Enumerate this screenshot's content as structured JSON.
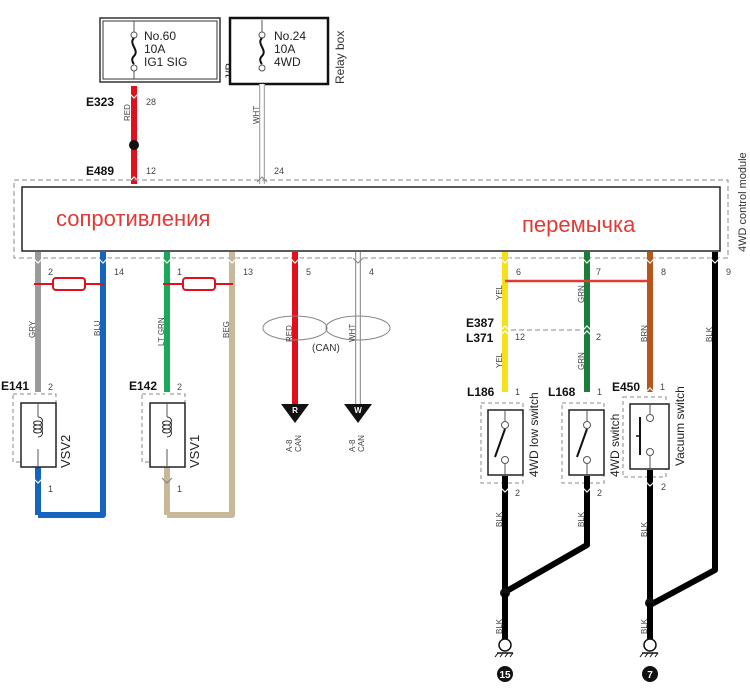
{
  "diagram": {
    "module": {
      "name": "4WD control module",
      "annotation_left": "сопротивления",
      "annotation_right": "перемычка"
    },
    "fuses": [
      {
        "box": "J/B",
        "number": "No.60",
        "rating": "10A",
        "circuit": "IG1 SIG"
      },
      {
        "box": "Relay box",
        "number": "No.24",
        "rating": "10A",
        "circuit": "4WD"
      }
    ],
    "connectors": {
      "e323": "E323",
      "e489": "E489",
      "e141": "E141",
      "e142": "E142",
      "e387": "E387",
      "l371": "L371",
      "l186": "L186",
      "l168": "L168",
      "e450": "E450"
    },
    "pins": {
      "e323_28": "28",
      "e489_12": "12",
      "relay_24": "24",
      "m2": "2",
      "m14": "14",
      "m1": "1",
      "m13": "13",
      "m5": "5",
      "m4": "4",
      "m6": "6",
      "m7": "7",
      "m8": "8",
      "m9": "9",
      "e141_2": "2",
      "e141_1": "1",
      "e142_2": "2",
      "e142_1": "1",
      "l371_12": "12",
      "l371_2": "2",
      "l186_1": "1",
      "l186_2": "2",
      "l168_1": "1",
      "l168_2": "2",
      "e450_1": "1",
      "e450_2": "2"
    },
    "wires": {
      "red": "RED",
      "wht": "WHT",
      "gry": "GRY",
      "blu": "BLU",
      "lt_grn": "LT GRN",
      "beg": "BEG",
      "yel": "YEL",
      "grn": "GRN",
      "brn": "BRN",
      "blk": "BLK"
    },
    "components": {
      "vsv2": "VSV2",
      "vsv1": "VSV1",
      "low_switch": "4WD low switch",
      "fwd_switch": "4WD switch",
      "vacuum_switch": "Vacuum switch"
    },
    "can": {
      "label": "(CAN)",
      "r_marker": "R",
      "w_marker": "W",
      "dest_line1": "A-8",
      "dest_line2": "CAN"
    },
    "grounds": [
      {
        "id": "15"
      },
      {
        "id": "7"
      }
    ],
    "colors": {
      "red": "#e0101c",
      "white": "#ffffff",
      "gray": "#9a9a9a",
      "blue": "#1565c0",
      "lt_green": "#1aa85a",
      "beige": "#c8b89a",
      "yellow": "#f5e11a",
      "green": "#1b7d3a",
      "brown": "#b5561a",
      "black": "#000000",
      "annotation": "#e23a35"
    }
  }
}
